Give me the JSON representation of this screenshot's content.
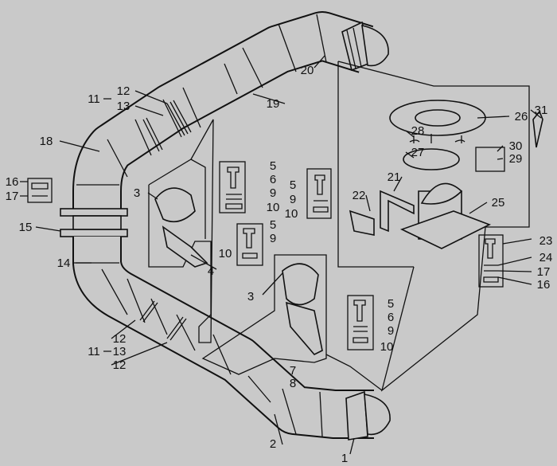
{
  "diagram": {
    "type": "exploded parts diagram",
    "labels": [
      "1",
      "2",
      "3",
      "3",
      "4",
      "5",
      "5",
      "5",
      "5",
      "6",
      "6",
      "7",
      "8",
      "9",
      "9",
      "9",
      "9",
      "10",
      "10",
      "10",
      "10",
      "11",
      "11",
      "12",
      "12",
      "12",
      "13",
      "13",
      "14",
      "15",
      "16",
      "16",
      "17",
      "17",
      "18",
      "19",
      "20",
      "21",
      "22",
      "23",
      "24",
      "25",
      "26",
      "27",
      "28",
      "29",
      "30",
      "31"
    ],
    "colors": {
      "background": "#c9c9c9",
      "line": "#111111"
    }
  }
}
